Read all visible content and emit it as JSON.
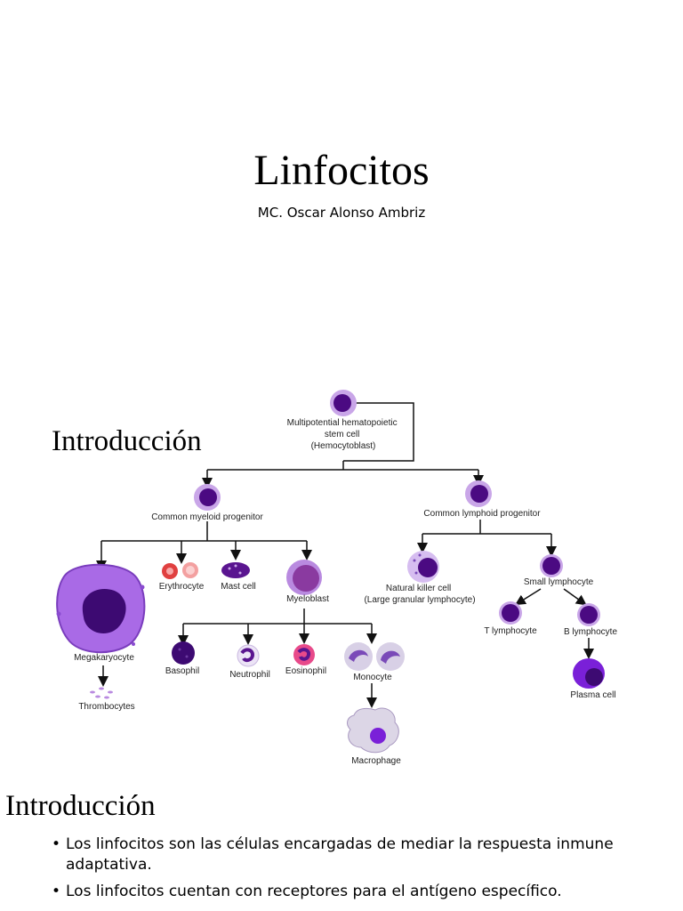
{
  "slide1": {
    "title": "Linfocitos",
    "subtitle": "MC. Oscar Alonso Ambriz"
  },
  "slide2": {
    "title": "Introducción",
    "diagram": {
      "stem_cell": [
        "Multipotential hematopoietic",
        "stem cell",
        "(Hemocytoblast)"
      ],
      "myeloid_progenitor": "Common myeloid progenitor",
      "lymphoid_progenitor": "Common lymphoid progenitor",
      "megakaryocyte": "Megakaryocyte",
      "thrombocytes": "Thrombocytes",
      "erythrocyte": "Erythrocyte",
      "mast_cell": "Mast cell",
      "myeloblast": "Myeloblast",
      "basophil": "Basophil",
      "neutrophil": "Neutrophil",
      "eosinophil": "Eosinophil",
      "monocyte": "Monocyte",
      "macrophage": "Macrophage",
      "natural_killer": [
        "Natural killer cell",
        "(Large granular lymphocyte)"
      ],
      "small_lymphocyte": "Small lymphocyte",
      "t_lymphocyte": "T lymphocyte",
      "b_lymphocyte": "B lymphocyte",
      "plasma_cell": "Plasma cell"
    },
    "colors": {
      "cell_outer": "#c9a6e8",
      "cell_nucleus": "#4b0a82",
      "erythrocyte": "#e04040",
      "lines": "#111111"
    }
  },
  "slide3": {
    "title": "Introducción",
    "bullets": [
      "Los linfocitos son las células encargadas de mediar la respuesta inmune adaptativa.",
      "Los linfocitos cuentan con receptores para el antígeno específico."
    ]
  }
}
